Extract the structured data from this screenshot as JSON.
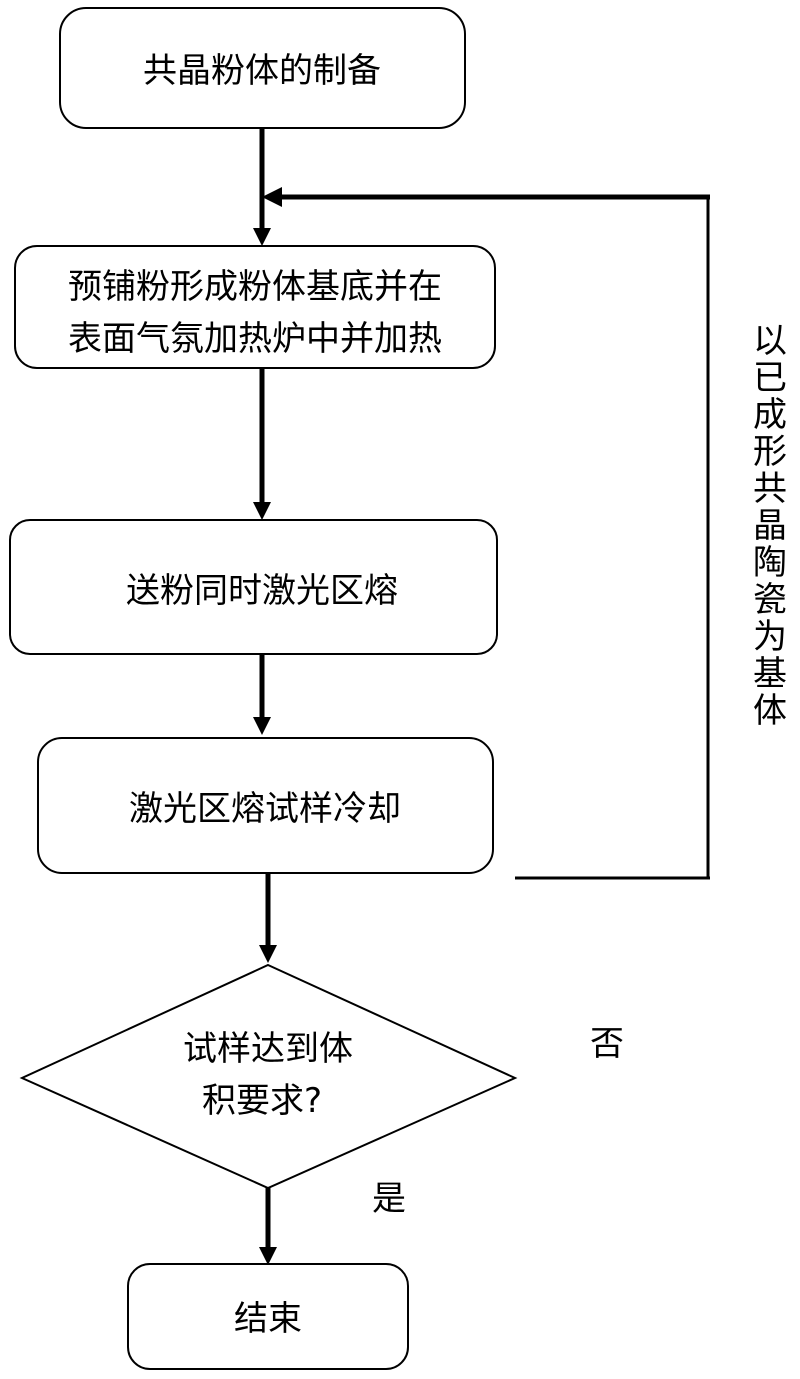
{
  "flowchart": {
    "steps": [
      "共晶粉体的制备",
      "预铺粉形成粉体基底并在",
      "表面气氛加热炉中并加热",
      "送粉同时激光区熔",
      "激光区熔试样冷却"
    ],
    "decision": {
      "line1": "试样达到体",
      "line2": "积要求?"
    },
    "end": "结束",
    "no_label": "否",
    "yes_label": "是",
    "loop_label": [
      "以",
      "已",
      "成",
      "形",
      "共",
      "晶",
      "陶",
      "瓷",
      "为",
      "基",
      "体"
    ]
  },
  "colors": {
    "stroke": "#000000",
    "fill": "#ffffff"
  }
}
